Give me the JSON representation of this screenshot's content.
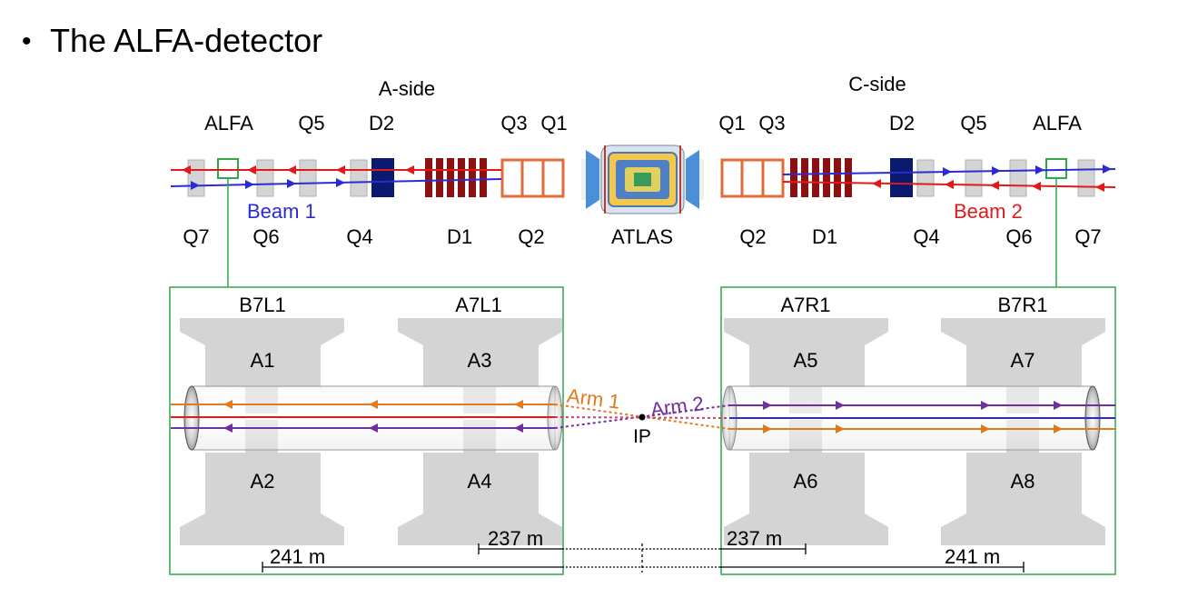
{
  "slide": {
    "title": "The ALFA-detector",
    "bullet": "•"
  },
  "top": {
    "a_side": "A-side",
    "c_side": "C-side",
    "upper_left": [
      "ALFA",
      "Q5",
      "D2",
      "Q3",
      "Q1"
    ],
    "upper_right": [
      "Q1",
      "Q3",
      "D2",
      "Q5",
      "ALFA"
    ],
    "lower_left": [
      "Q7",
      "Q6",
      "Q4",
      "D1",
      "Q2"
    ],
    "center": "ATLAS",
    "lower_right": [
      "Q2",
      "D1",
      "Q4",
      "Q6",
      "Q7"
    ],
    "beam1": "Beam 1",
    "beam2": "Beam 2"
  },
  "detail": {
    "stations": [
      "B7L1",
      "A7L1",
      "A7R1",
      "B7R1"
    ],
    "pots_top": [
      "A1",
      "A3",
      "A5",
      "A7"
    ],
    "pots_bottom": [
      "A2",
      "A4",
      "A6",
      "A8"
    ],
    "arm1": "Arm 1",
    "arm2": "Arm 2",
    "ip": "IP",
    "dist_inner_left": "237 m",
    "dist_inner_right": "237 m",
    "dist_outer_left": "241 m",
    "dist_outer_right": "241 m"
  },
  "colors": {
    "beam1": "#2b2bd6",
    "beam2": "#e01a1a",
    "arm1": "#e07a20",
    "arm2": "#7030a0",
    "frame": "#2ea84a",
    "dipole_d1": "#8b1010",
    "dipole_d2": "#0a1a6e",
    "quad_q123": "#e26b3c",
    "grey": "#d4d4d4"
  }
}
